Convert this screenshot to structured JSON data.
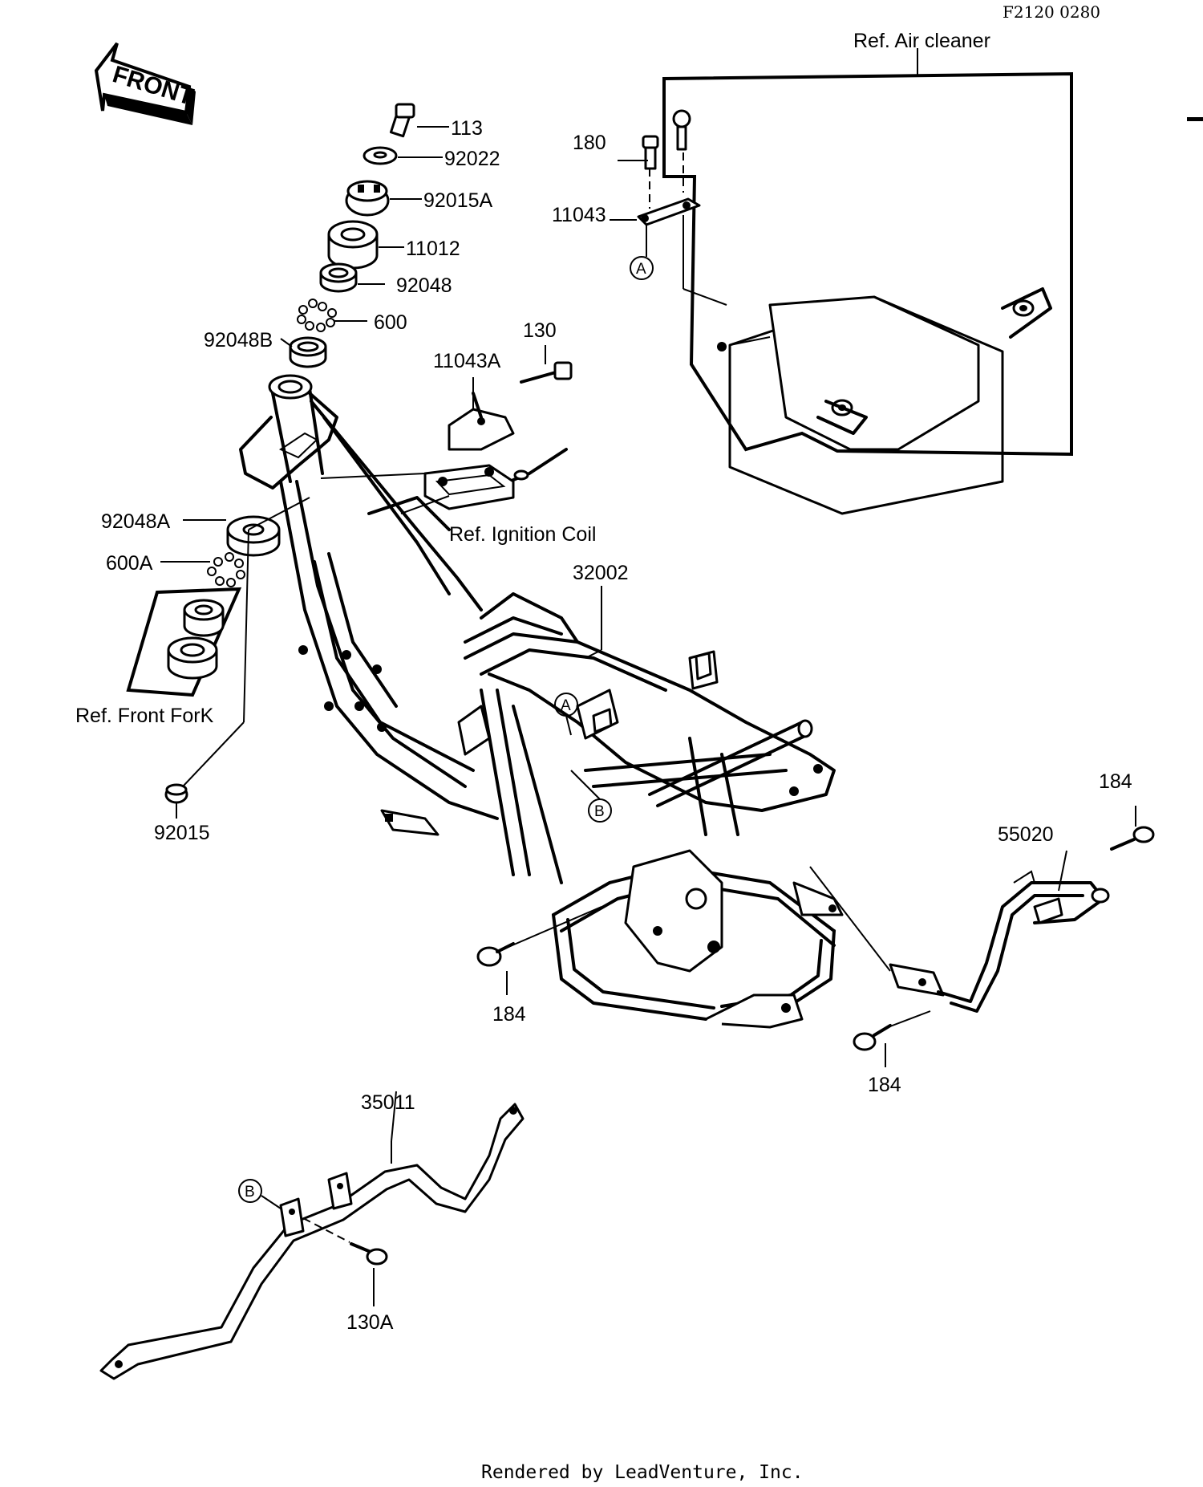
{
  "diagram": {
    "code": "F2120 0280",
    "front_label": "FRONT",
    "footer": "Rendered by LeadVenture, Inc.",
    "refs": {
      "air_cleaner": "Ref.  Air cleaner",
      "ignition_coil": "Ref. Ignition Coil",
      "front_fork": "Ref. Front ForK"
    },
    "markers": {
      "a": "A",
      "b": "B"
    },
    "parts": {
      "p113": "113",
      "p92022": "92022",
      "p92015A": "92015A",
      "p11012": "11012",
      "p92048": "92048",
      "p600": "600",
      "p92048B": "92048B",
      "p130": "130",
      "p11043A": "11043A",
      "p180": "180",
      "p11043": "11043",
      "p92048A": "92048A",
      "p600A": "600A",
      "p32002": "32002",
      "p92015": "92015",
      "p184_right": "184",
      "p55020": "55020",
      "p184_left": "184",
      "p184_bottom": "184",
      "p35011": "35011",
      "p130A": "130A"
    }
  }
}
